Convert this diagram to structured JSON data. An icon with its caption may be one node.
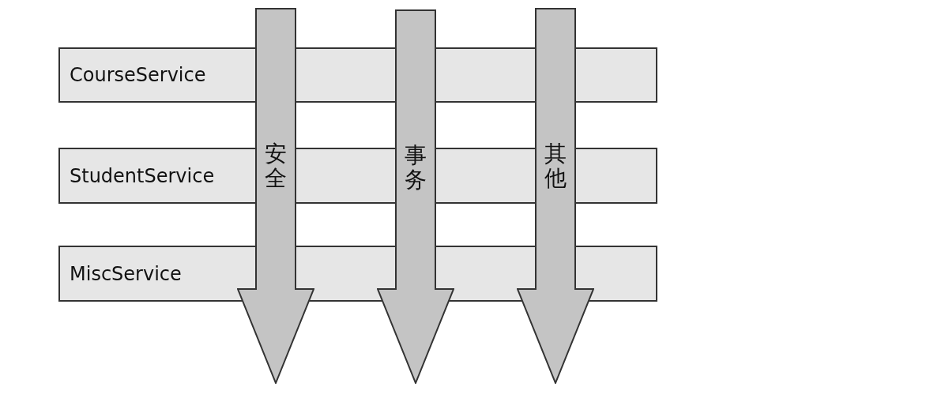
{
  "diagram": {
    "nodes": [
      {
        "text": [
          "CourseService"
        ]
      },
      {
        "text": [
          "StudentService"
        ]
      },
      {
        "text": [
          "MiscService"
        ]
      },
      {
        "text": [
          "安全"
        ]
      },
      {
        "text": [
          "事务"
        ]
      },
      {
        "text": [
          "其他"
        ]
      }
    ]
  }
}
